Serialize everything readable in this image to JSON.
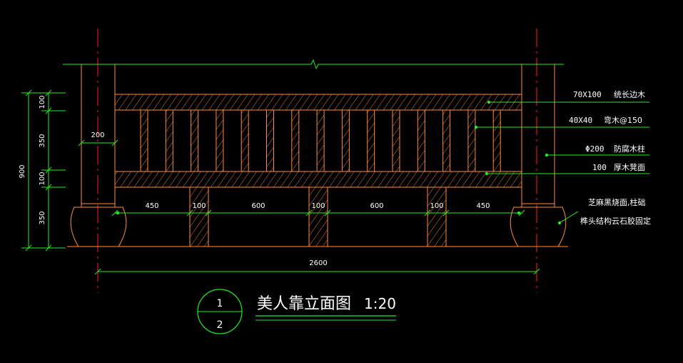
{
  "colors": {
    "background": "#000000",
    "axis": "#ff2020",
    "wood": "#ff8c3a",
    "dimension": "#22ee22",
    "text": "#ffffff",
    "callout": "#22ee22"
  },
  "dimensions": {
    "left_vertical": [
      "100",
      "350",
      "100",
      "350"
    ],
    "total_height": "900",
    "post_width": "200",
    "bottom_row": [
      "450",
      "100",
      "600",
      "100",
      "600",
      "100",
      "450"
    ],
    "total_width": "2600"
  },
  "labels": [
    {
      "code": "70X100",
      "text": "统长边木"
    },
    {
      "code": "40X40",
      "text": "弯木@150"
    },
    {
      "code": "Φ200",
      "text": "防腐木柱"
    },
    {
      "code": "100",
      "text": "厚木凳面"
    }
  ],
  "note": {
    "line1": "芝麻黑烧面,柱础",
    "line2": "榫头结构云石胶固定"
  },
  "title": {
    "text": "美人靠立面图",
    "scale": "1:20",
    "symbol_top": "1",
    "symbol_bottom": "2"
  }
}
